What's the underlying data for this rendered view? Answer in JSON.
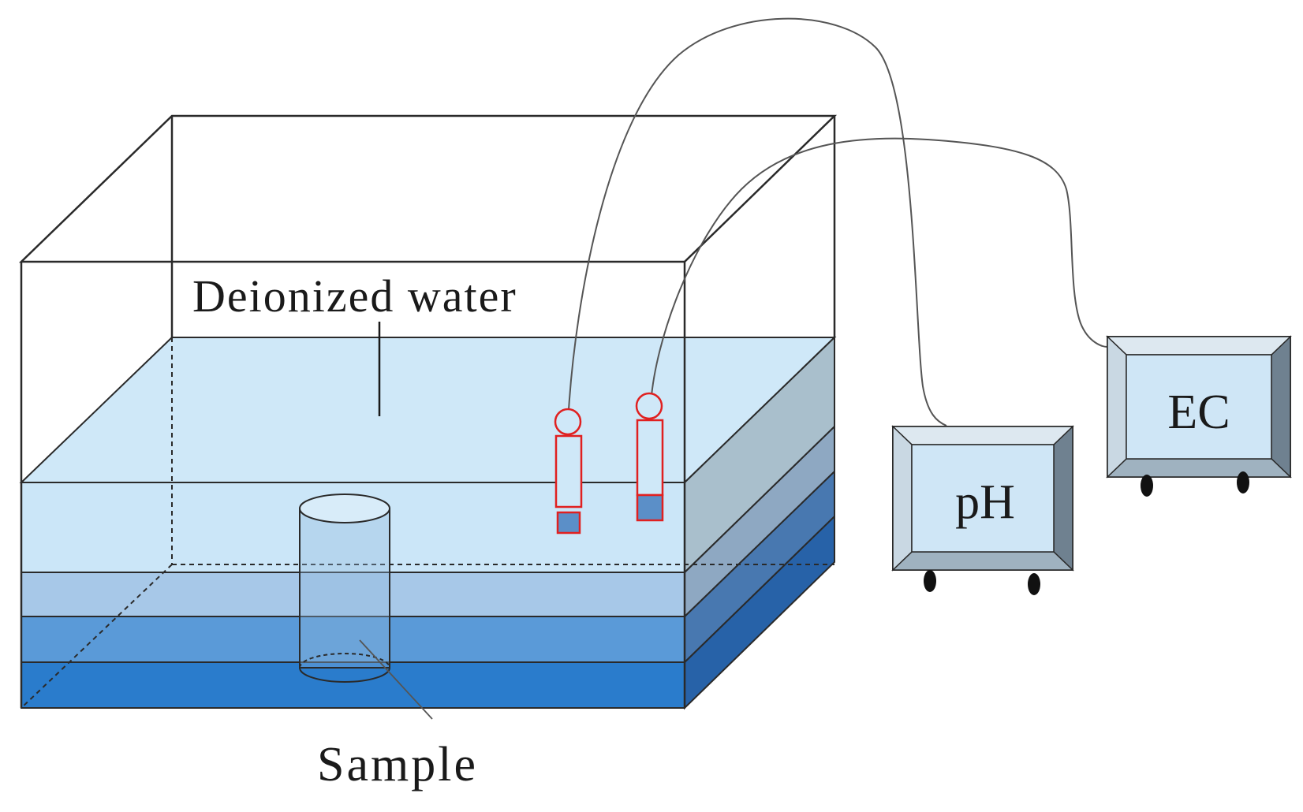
{
  "labels": {
    "water": "Deionized water",
    "sample": "Sample",
    "meter_ph": "pH",
    "meter_ec": "EC"
  },
  "colors": {
    "outline": "#2a2a2a",
    "water_top": "#cfe8f8",
    "water_front": "#cbe6f8",
    "water_side": "#a9bfcc",
    "layer_2_front": "#a7c8e8",
    "layer_2_side": "#8ea8c2",
    "layer_3_front": "#5a9ad8",
    "layer_3_side": "#4878b0",
    "layer_4_front": "#2a7ccc",
    "layer_4_side": "#2762a8",
    "probe_outline": "#e02020",
    "probe_tip": "#5b8fc8",
    "cable": "#555555",
    "meter_screen": "#cfe6f6",
    "meter_bezel": "#b8cbd8",
    "meter_bezel_dark": "#6f8190",
    "meter_foot": "#111111"
  }
}
